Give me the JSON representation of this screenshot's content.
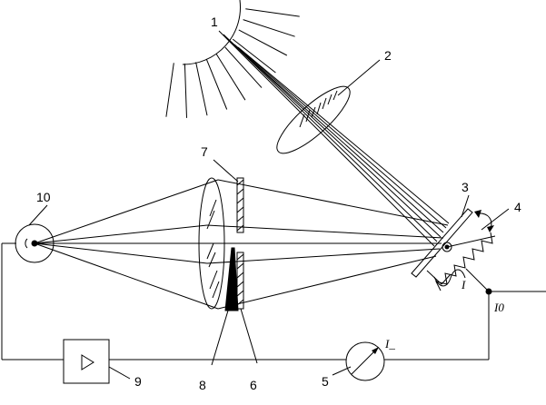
{
  "labels": {
    "sun": "1",
    "lens_top": "2",
    "mirror": "3",
    "spring": "4",
    "meter": "5",
    "slit": "6",
    "screen": "7",
    "wedge": "8",
    "amplifier": "9",
    "detector": "10"
  },
  "currents": {
    "coil": "I",
    "output": "I0",
    "meter": "I_"
  },
  "icons": {
    "amplifier": "triangle-icon",
    "meter": "gauge-arrow-icon",
    "sun": "sun-icon"
  }
}
